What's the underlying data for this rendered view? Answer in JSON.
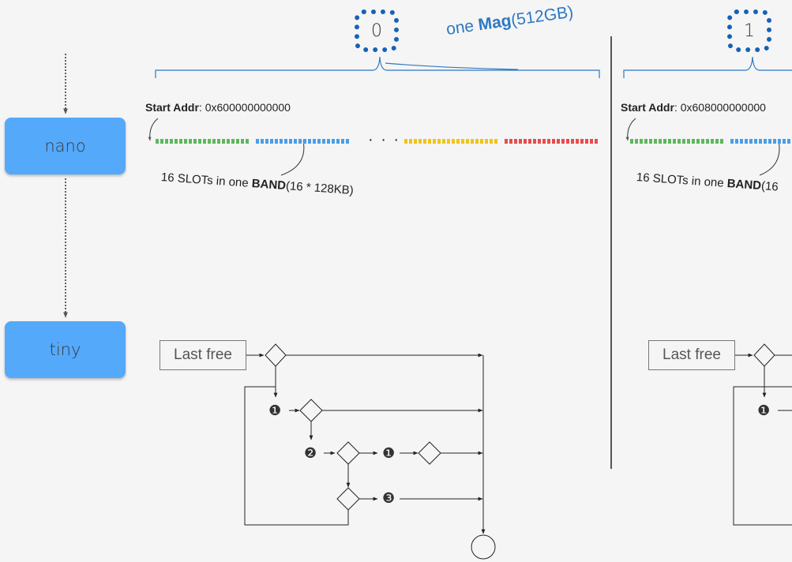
{
  "levels": {
    "nano": "nano",
    "tiny": "tiny"
  },
  "magazines": [
    {
      "index": "0",
      "start_addr_label": "Start Addr",
      "start_addr_value": ": 0x600000000000",
      "slots_note_prefix": "16 SLOTs in one ",
      "slots_note_bold": "BAND",
      "slots_note_suffix": "(16 * 128KB)",
      "last_free": "Last free"
    },
    {
      "index": "1",
      "start_addr_label": "Start Addr",
      "start_addr_value": ": 0x608000000000",
      "slots_note_prefix": "16 SLOTs in one ",
      "slots_note_bold": "BAND",
      "slots_note_suffix": "(16",
      "last_free": "Last free"
    }
  ],
  "mag_label": {
    "prefix": "one ",
    "bold": "Mag",
    "suffix": "(512GB)"
  },
  "ellipsis": "· · ·",
  "colors": {
    "box": "#54a9fb",
    "dotted_border": "#1762b4",
    "mag_text": "#2d78c4",
    "band_green": "#5cb85c",
    "band_blue": "#4a9ee8",
    "band_yellow": "#f0c419",
    "band_red": "#e74c4c"
  },
  "step_markers": [
    "❶",
    "❷",
    "❶",
    "❸",
    "❶"
  ]
}
